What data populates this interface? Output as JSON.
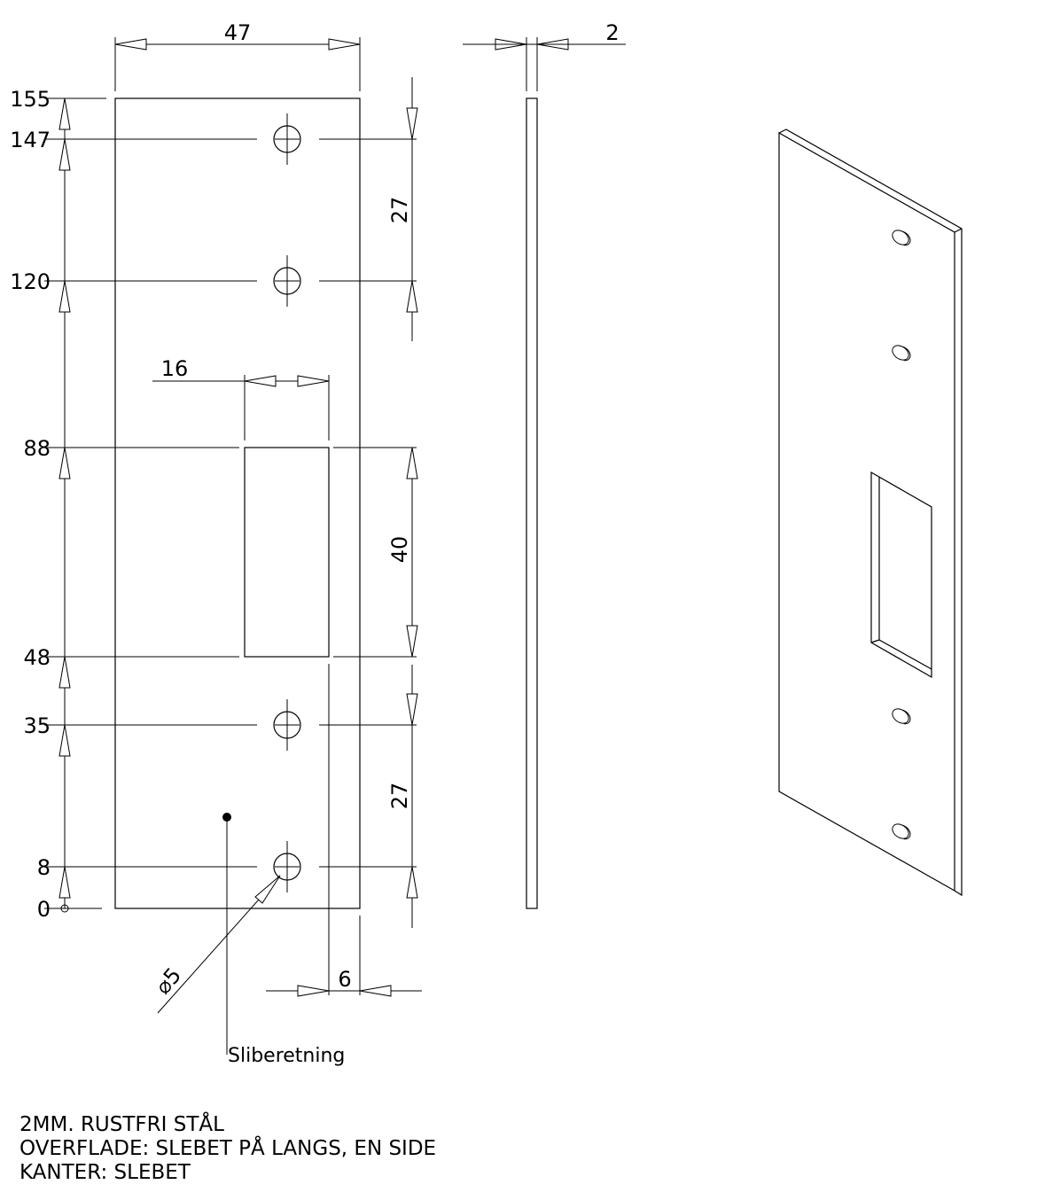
{
  "dimensions": {
    "width": "47",
    "thickness": "2",
    "slot_width": "16",
    "edge_offset": "6",
    "hole_spacing_top": "27",
    "slot_height": "40",
    "hole_spacing_bottom": "27",
    "hole_diameter": "⌀5",
    "ordinates": [
      "155",
      "147",
      "120",
      "88",
      "48",
      "35",
      "8",
      "0"
    ]
  },
  "annotation": {
    "grinding_direction": "Sliberetning"
  },
  "notes": [
    "2MM. RUSTFRI STÅL",
    "OVERFLADE: SLEBET PÅ LANGS, EN SIDE",
    "KANTER: SLEBET"
  ]
}
